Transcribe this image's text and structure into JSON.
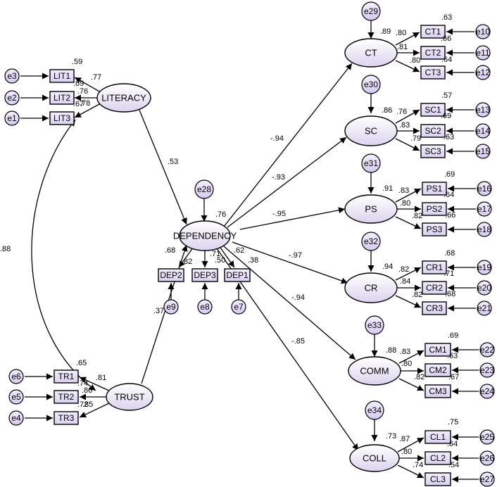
{
  "latent": {
    "literacy": "LITERACY",
    "trust": "TRUST",
    "dependency": "DEPENDENCY",
    "ct": "CT",
    "sc": "SC",
    "ps": "PS",
    "cr": "CR",
    "comm": "COMM",
    "coll": "COLL"
  },
  "indicators": {
    "lit1": "LIT1",
    "lit2": "LIT2",
    "lit3": "LIT3",
    "tr1": "TR1",
    "tr2": "TR2",
    "tr3": "TR3",
    "dep2": "DEP2",
    "dep3": "DEP3",
    "dep1": "DEP1",
    "ct1": "CT1",
    "ct2": "CT2",
    "ct3": "CT3",
    "sc1": "SC1",
    "sc2": "SC2",
    "sc3": "SC3",
    "ps1": "PS1",
    "ps2": "PS2",
    "ps3": "PS3",
    "cr1": "CR1",
    "cr2": "CR2",
    "cr3": "CR3",
    "cm1": "CM1",
    "cm2": "CM2",
    "cm3": "CM3",
    "cl1": "CL1",
    "cl2": "CL2",
    "cl3": "CL3"
  },
  "errors": {
    "e1": "e1",
    "e2": "e2",
    "e3": "e3",
    "e4": "e4",
    "e5": "e5",
    "e6": "e6",
    "e7": "e7",
    "e8": "e8",
    "e9": "e9",
    "e10": "e10",
    "e11": "e11",
    "e12": "e12",
    "e13": "e13",
    "e14": "e14",
    "e15": "e15",
    "e16": "e16",
    "e17": "e17",
    "e18": "e18",
    "e19": "e19",
    "e20": "e20",
    "e21": "e21",
    "e22": "e22",
    "e23": "e23",
    "e24": "e24",
    "e25": "e25",
    "e26": "e26",
    "e27": "e27",
    "e28": "e28",
    "e29": "e29",
    "e30": "e30",
    "e31": "e31",
    "e32": "e32",
    "e33": "e33",
    "e34": "e34"
  },
  "coefficients": {
    "literacy_dependency": ".53",
    "trust_dependency": ".37",
    "literacy_trust_cov": ".88",
    "dep_ct": "-.94",
    "dep_sc": "-.93",
    "dep_ps": "-.95",
    "dep_cr": "-.97",
    "dep_comm": "-.94",
    "dep_coll": "-.85",
    "r2_dependency": ".76",
    "r2_ct": ".89",
    "r2_sc": ".86",
    "r2_ps": ".91",
    "r2_cr": ".94",
    "r2_comm": ".88",
    "r2_coll": ".73",
    "lit1_r2": ".59",
    "lit1_load": ".77",
    "lit2_r2": ".69",
    "lit2_load": ".76",
    "lit3_r2": ".67",
    "lit3_load": ".78",
    "tr1_r2": ".65",
    "tr1_load": ".81",
    "tr2_r2": ".74",
    "tr2_load": ".86",
    "tr3_r2": ".72",
    "tr3_load": ".85",
    "dep2_r2": ".68",
    "dep2_load": ".82",
    "dep3_r2": ".50",
    "dep3_load": ".71",
    "dep1_r2": ".38",
    "dep1_load": ".62",
    "ct1_r2": ".63",
    "ct1_load": ".80",
    "ct2_r2": ".66",
    "ct2_load": ".81",
    "ct3_r2": ".64",
    "ct3_load": ".80",
    "sc1_r2": ".57",
    "sc1_load": ".76",
    "sc2_r2": ".69",
    "sc2_load": ".83",
    "sc3_r2": ".63",
    "sc3_load": ".79",
    "ps1_r2": ".69",
    "ps1_load": ".83",
    "ps2_r2": ".64",
    "ps2_load": ".80",
    "ps3_r2": ".66",
    "ps3_load": ".82",
    "cr1_r2": ".68",
    "cr1_load": ".82",
    "cr2_r2": ".71",
    "cr2_load": ".84",
    "cr3_r2": ".68",
    "cr3_load": ".82",
    "cm1_r2": ".69",
    "cm1_load": ".83",
    "cm2_r2": ".63",
    "cm2_load": ".80",
    "cm3_r2": ".67",
    "cm3_load": ".82",
    "cl1_r2": ".75",
    "cl1_load": ".87",
    "cl2_r2": ".64",
    "cl2_load": ".80",
    "cl3_r2": ".54",
    "cl3_load": ".74"
  }
}
